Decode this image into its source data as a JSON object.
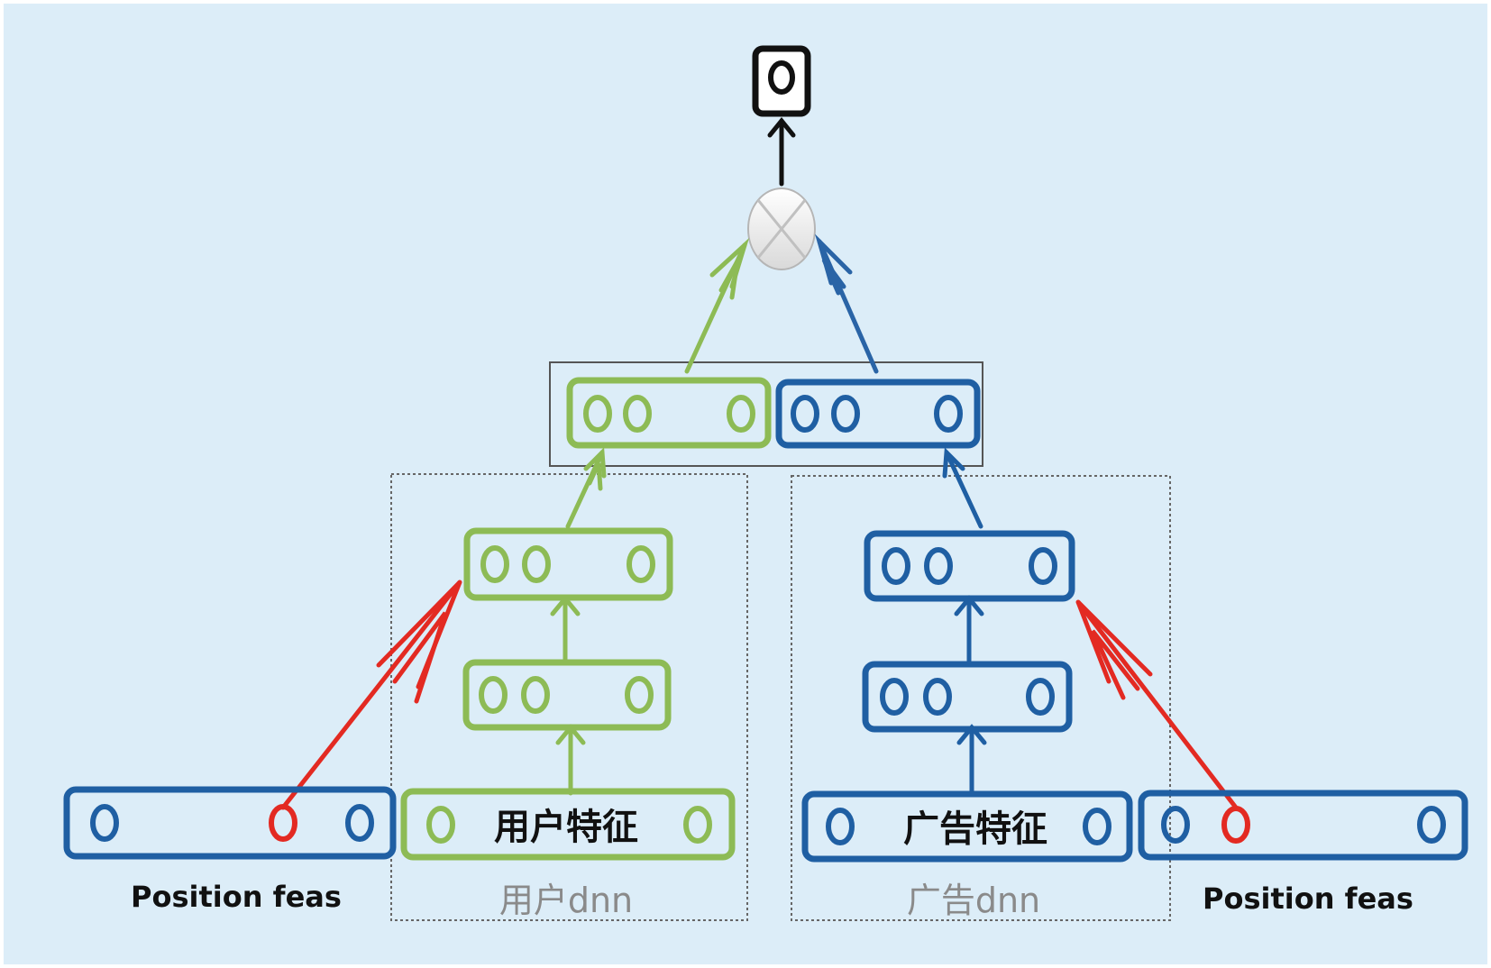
{
  "labels": {
    "left_position_feas": "Position feas",
    "right_position_feas": "Position feas",
    "user_feature": "用户特征",
    "ad_feature": "广告特征",
    "user_dnn": "用户dnn",
    "ad_dnn": "广告dnn"
  },
  "colors": {
    "background": "#dcedf8",
    "user": "#8dbb55",
    "ad": "#1f5fa3",
    "position_highlight": "#e32a22",
    "output": "#111111"
  }
}
